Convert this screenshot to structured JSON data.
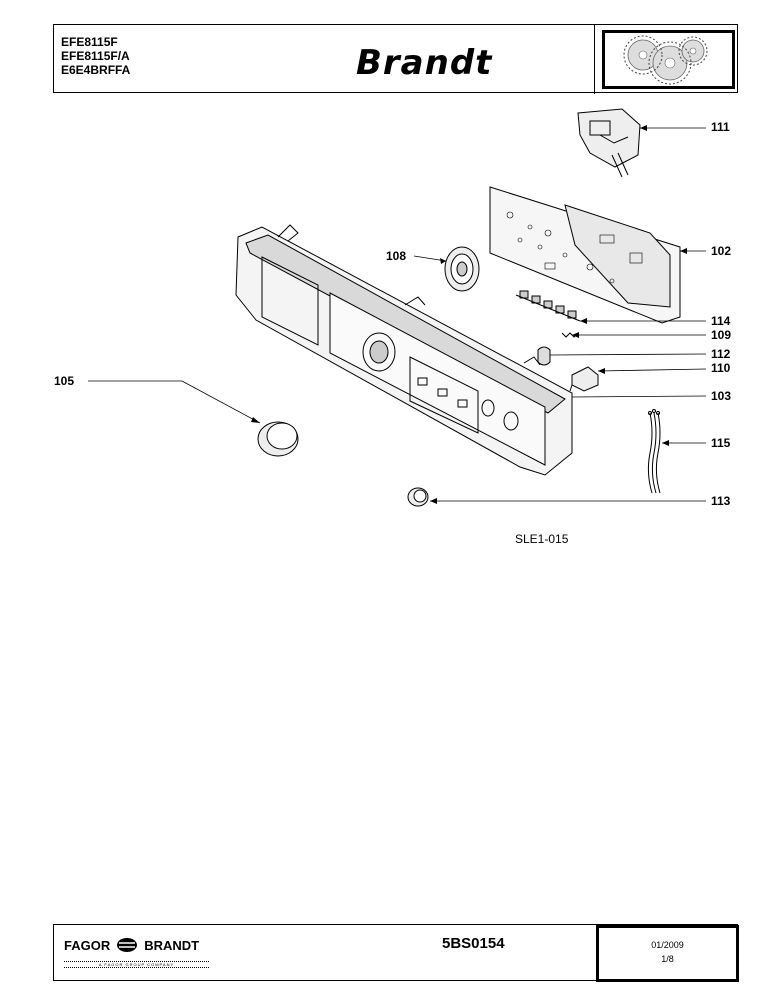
{
  "header": {
    "models": [
      "EFE8115F",
      "EFE8115F/A",
      "E6E4BRFFA"
    ],
    "brand": "Brandt"
  },
  "diagram": {
    "callouts": [
      "111",
      "102",
      "108",
      "114",
      "109",
      "112",
      "110",
      "105",
      "103",
      "115",
      "113"
    ],
    "reference": "SLE1-015"
  },
  "footer": {
    "logo_left": "FAGOR",
    "logo_right": "BRANDT",
    "tagline": "A FAGOR GROUP COMPANY",
    "doc_number": "5BS0154",
    "date": "01/2009",
    "page": "1/8"
  }
}
